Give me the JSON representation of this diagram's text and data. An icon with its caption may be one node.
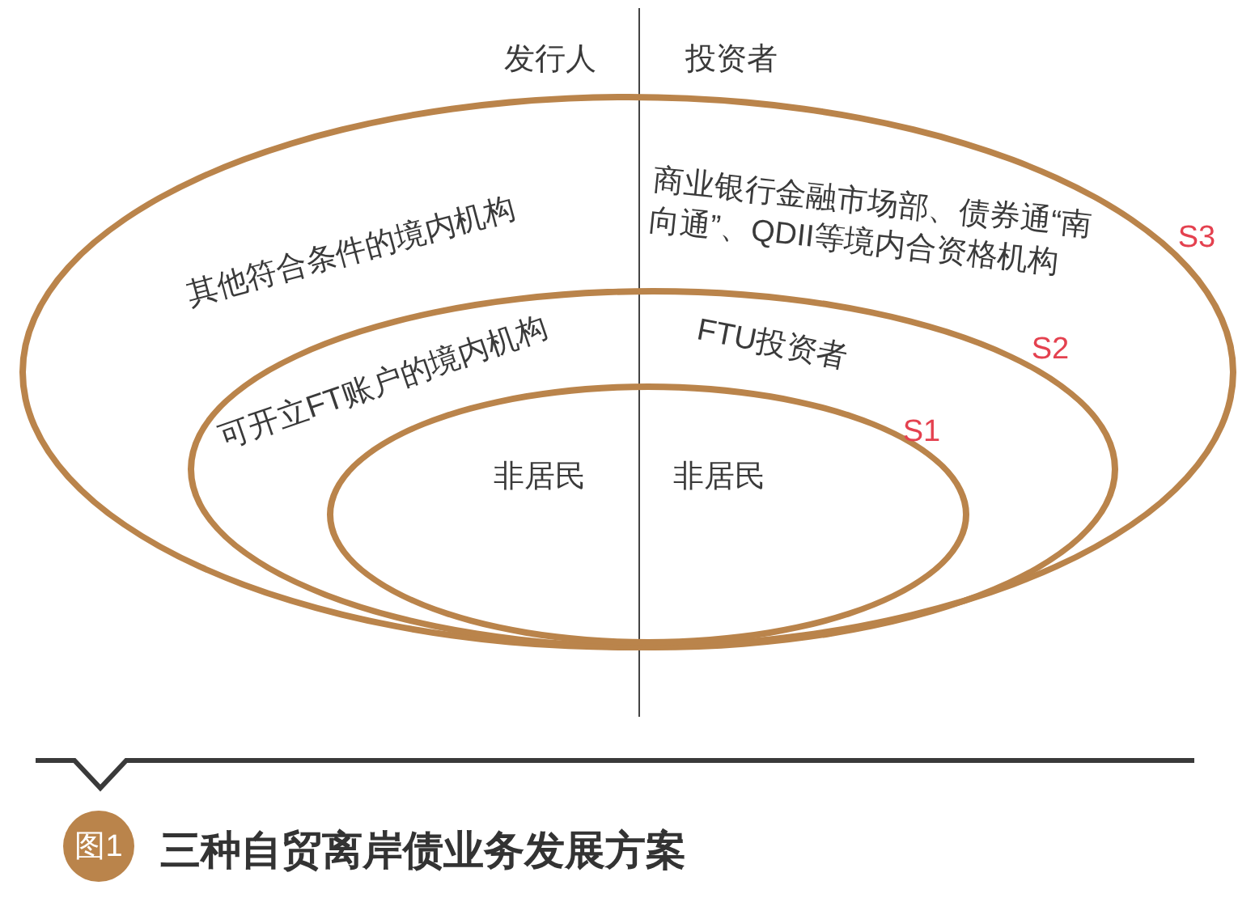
{
  "diagram": {
    "caption": "三种自贸离岸债业务发展方案",
    "nodes": [
      {
        "text": [
          "其他符合条件的境内机构",
          "商业银行金融市场部、债券通“南向通”、QDII等境内合资格机构",
          "S3"
        ]
      },
      {
        "text": [
          "可开立FT账户的境内机构",
          "FTU投资者",
          "S2"
        ],
        "in": 0
      },
      {
        "text": [
          "非居民",
          "非居民",
          "S1"
        ],
        "in": 1
      },
      {
        "text": [
          "图1"
        ]
      }
    ],
    "labels": [
      "发行人",
      "投资者"
    ]
  }
}
